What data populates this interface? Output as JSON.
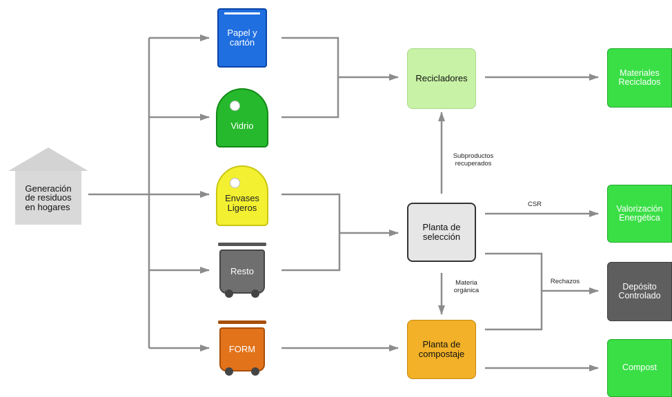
{
  "source": {
    "label": "Generación\nde residuos\nen hogares"
  },
  "bins": {
    "paper": {
      "label": "Papel y\ncartón"
    },
    "glass": {
      "label": "Vidrio"
    },
    "packaging": {
      "label": "Envases\nLigeros"
    },
    "rest": {
      "label": "Resto"
    },
    "organic": {
      "label": "FORM"
    }
  },
  "processes": {
    "recyclers": {
      "label": "Recicladores"
    },
    "sorting": {
      "label": "Planta de\nselección"
    },
    "composting": {
      "label": "Planta de\ncompostaje"
    }
  },
  "outputs": {
    "recycled": {
      "label": "Materiales\nReciclados"
    },
    "energy": {
      "label": "Valorización\nEnergética"
    },
    "landfill": {
      "label": "Depósito\nControlado"
    },
    "compost": {
      "label": "Compost"
    }
  },
  "edge_labels": {
    "byproducts": "Subproductos\nrecuperados",
    "csr": "CSR",
    "organic_matter": "Materia\norgánica",
    "rejects": "Rechazos"
  },
  "colors": {
    "arrow": "#8c8c8c",
    "paper": "#1f6fe0",
    "glass": "#27b92d",
    "packaging": "#f3f031",
    "rest": "#6f6f6f",
    "organic": "#e2731a",
    "output_green": "#3adf46",
    "output_dark": "#5e5e5e"
  }
}
